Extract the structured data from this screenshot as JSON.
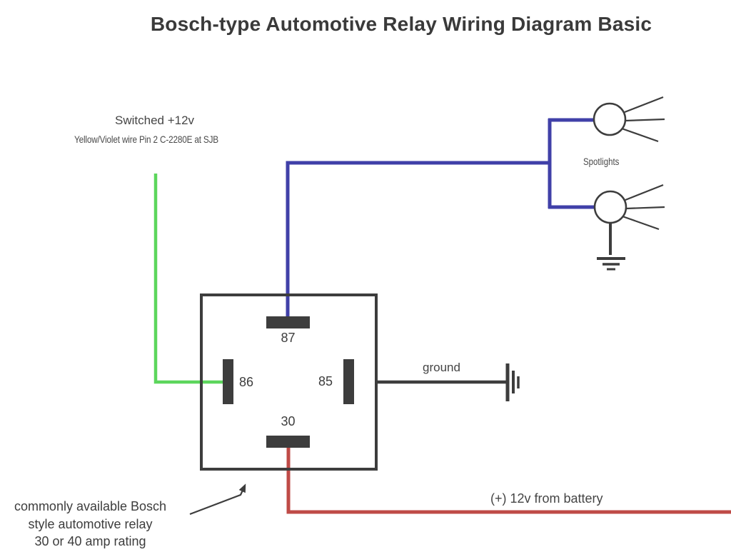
{
  "title": "Bosch-type Automotive Relay Wiring Diagram Basic",
  "colors": {
    "wire_blue": "#4040a8",
    "wire_green": "#5cd65c",
    "wire_red": "#bf4b47",
    "ink": "#3d3d3d"
  },
  "labels": {
    "switched_12v": "Switched +12v",
    "switched_note": "Yellow/Violet wire Pin 2 C-2280E at SJB",
    "spotlights": "Spotlights",
    "ground": "ground",
    "battery": "(+) 12v from battery"
  },
  "relay": {
    "pins": [
      {
        "label": "87"
      },
      {
        "label": "86"
      },
      {
        "label": "85"
      },
      {
        "label": "30"
      }
    ]
  },
  "caption": {
    "lines": [
      "commonly available Bosch",
      "style automotive relay",
      "30 or 40 amp rating"
    ]
  }
}
